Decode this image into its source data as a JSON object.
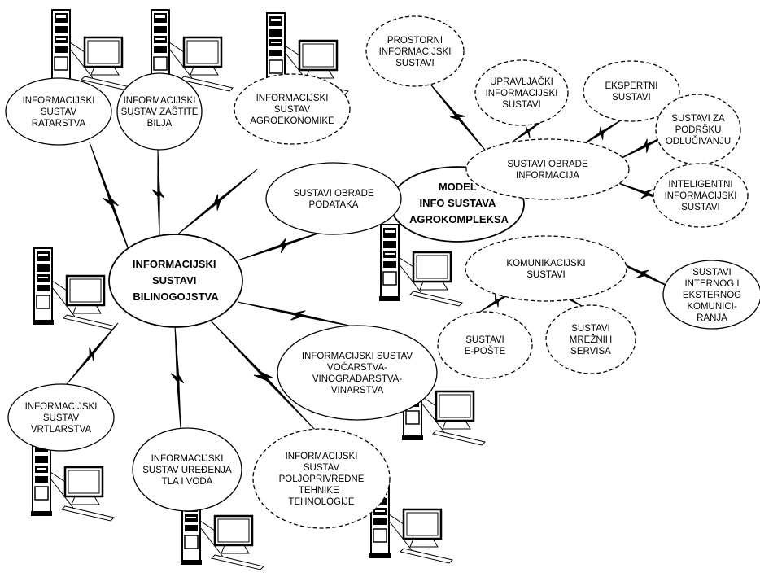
{
  "center": {
    "lines": [
      "INFORMACIJSKI",
      "SUSTAVI",
      "BILINOGOJSTVA"
    ]
  },
  "model": {
    "lines": [
      "MODEL",
      "INFO SUSTAVA",
      "AGROKOMPLEKSA"
    ]
  },
  "nodes": {
    "ratarstvo": [
      "INFORMACIJSKI",
      "SUSTAV",
      "RATARSTVA"
    ],
    "zastita": [
      "INFORMACIJSKI",
      "SUSTAV ZAŠTITE",
      "BILJA"
    ],
    "agroekonomika": [
      "INFORMACIJSKI",
      "SUSTAV",
      "AGROEKONOMIKE"
    ],
    "obrada_podataka": [
      "SUSTAVI OBRADE",
      "PODATAKA"
    ],
    "vocarstvo": [
      "INFORMACIJSKI SUSTAV",
      "VOĆARSTVA-",
      "VINOGRADARSTVA-",
      "VINARSTVA"
    ],
    "poljoprivredne": [
      "INFORMACIJSKI",
      "SUSTAV",
      "POLJOPRIVREDNE",
      "TEHNIKE I",
      "TEHNOLOGIJE"
    ],
    "uredenje": [
      "INFORMACIJSKI",
      "SUSTAV UREĐENJA",
      "TLA I VODA"
    ],
    "vrtlarstvo": [
      "INFORMACIJSKI",
      "SUSTAV",
      "VRTLARSTVA"
    ],
    "prostorni": [
      "PROSTORNI",
      "INFORMACIJSKI",
      "SUSTAVI"
    ],
    "upravljacki": [
      "UPRAVLJAČKI",
      "INFORMACIJSKI",
      "SUSTAVI"
    ],
    "ekspertni": [
      "EKSPERTNI",
      "SUSTAVI"
    ],
    "podrska": [
      "SUSTAVI ZA",
      "PODRŠKU",
      "ODLUČIVANJU"
    ],
    "obrada_informacija": [
      "SUSTAVI OBRADE",
      "INFORMACIJA"
    ],
    "inteligentni": [
      "INTELIGENTNI",
      "INFORMACIJSKI",
      "SUSTAVI"
    ],
    "komunikacijski": [
      "KOMUNIKACIJSKI",
      "SUSTAVI"
    ],
    "interni": [
      "SUSTAVI",
      "INTERNOG I",
      "EKSTERNOG",
      "KOMUNICI-",
      "RANJA"
    ],
    "eposta": [
      "SUSTAVI",
      "E-POŠTE"
    ],
    "mrezni": [
      "SUSTAVI",
      "MREŽNIH",
      "SERVISA"
    ]
  }
}
